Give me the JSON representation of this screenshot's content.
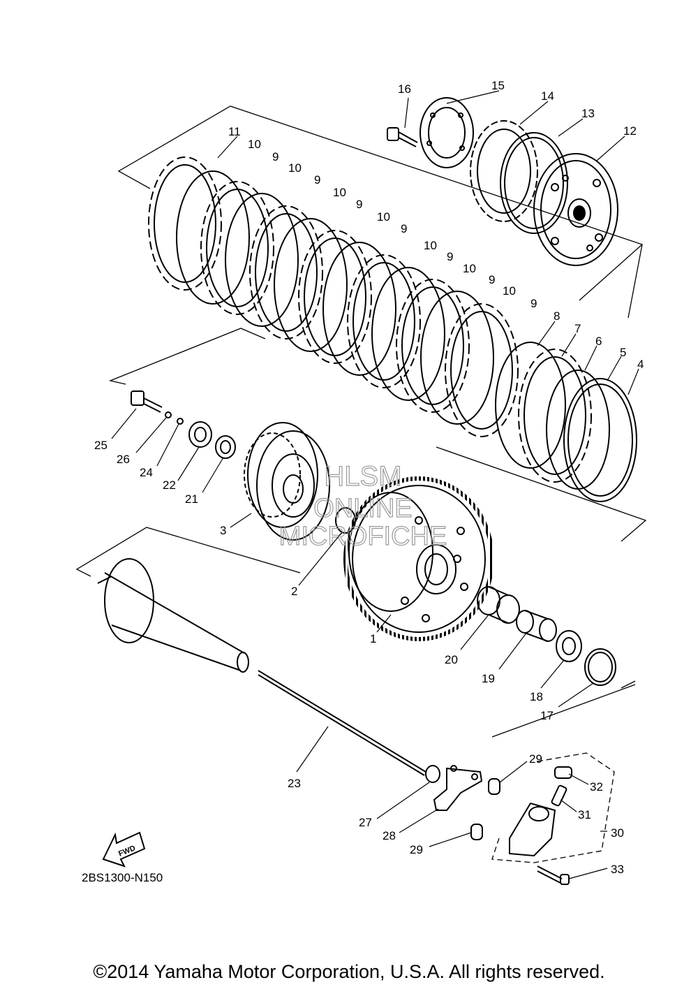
{
  "diagram_code": "2BS1300-N150",
  "copyright": "©2014 Yamaha Motor Corporation, U.S.A. All rights reserved.",
  "watermark": {
    "line1": "HLSM",
    "line2": "ONLINE",
    "line3": "MICROFICHE"
  },
  "fwd_label": "FWD",
  "callouts": {
    "c1": "1",
    "c2": "2",
    "c3": "3",
    "c4": "4",
    "c5": "5",
    "c6": "6",
    "c7": "7",
    "c8": "8",
    "c9a": "9",
    "c9b": "9",
    "c9c": "9",
    "c9d": "9",
    "c9e": "9",
    "c9f": "9",
    "c9g": "9",
    "c10a": "10",
    "c10b": "10",
    "c10c": "10",
    "c10d": "10",
    "c10e": "10",
    "c10f": "10",
    "c10g": "10",
    "c11": "11",
    "c12": "12",
    "c13": "13",
    "c14": "14",
    "c15": "15",
    "c16": "16",
    "c17": "17",
    "c18": "18",
    "c19": "19",
    "c20": "20",
    "c21": "21",
    "c22": "22",
    "c23": "23",
    "c24": "24",
    "c25": "25",
    "c26": "26",
    "c27": "27",
    "c28": "28",
    "c29a": "29",
    "c29b": "29",
    "c30": "30",
    "c31": "31",
    "c32": "32",
    "c33": "33"
  }
}
